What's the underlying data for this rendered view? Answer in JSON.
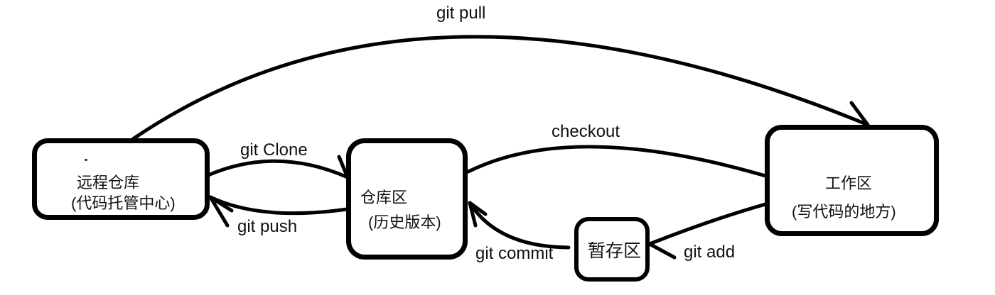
{
  "diagram": {
    "nodes": {
      "remote": {
        "title": "远程仓库",
        "subtitle": "(代码托管中心)"
      },
      "repo": {
        "title": "仓库区",
        "subtitle": "(历史版本)"
      },
      "stage": {
        "title": "暂存区"
      },
      "work": {
        "title": "工作区",
        "subtitle": "(写代码的地方)"
      }
    },
    "edges": [
      {
        "label": "git pull",
        "from": "remote",
        "to": "work"
      },
      {
        "label": "git Clone",
        "from": "remote",
        "to": "repo"
      },
      {
        "label": "git push",
        "from": "repo",
        "to": "remote"
      },
      {
        "label": "checkout",
        "from": "repo",
        "to": "work"
      },
      {
        "label": "git commit",
        "from": "stage",
        "to": "repo"
      },
      {
        "label": "git add",
        "from": "work",
        "to": "stage"
      }
    ],
    "colors": {
      "ink": "#000000",
      "text": "#111111",
      "background": "#ffffff"
    }
  }
}
